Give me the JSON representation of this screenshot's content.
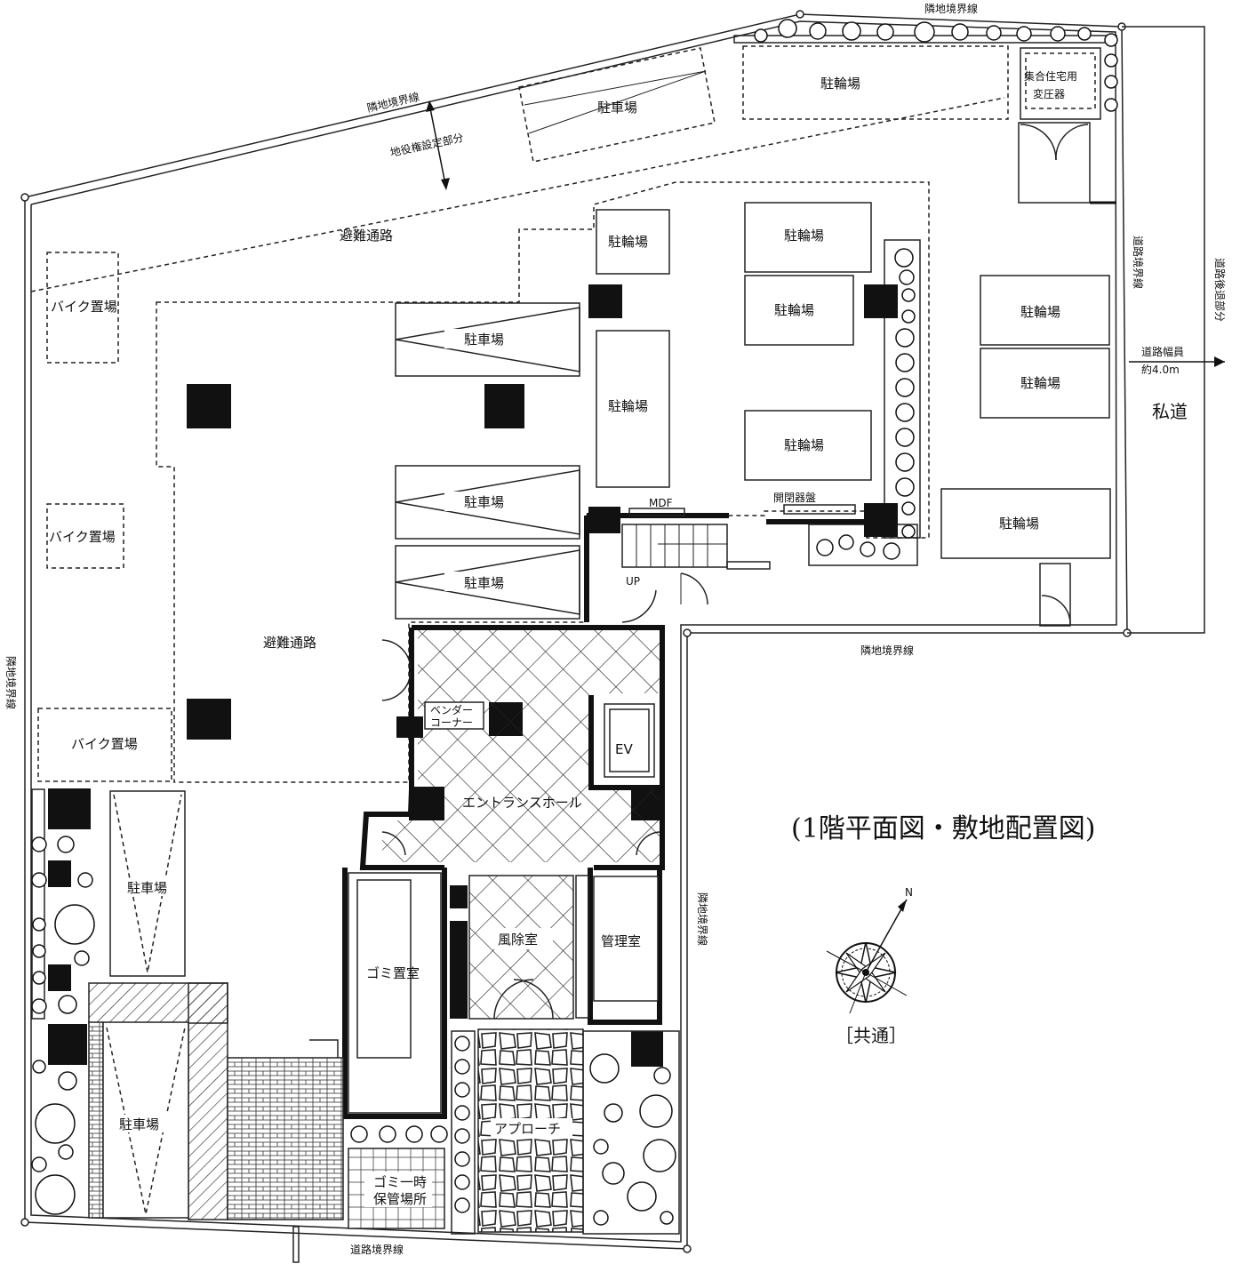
{
  "boundaries": {
    "top_neighbor": "隣地境界線",
    "north_neighbor": "隣地境界線",
    "west_neighbor": "隣地境界線",
    "east_neighbor": "隣地境界線",
    "right_neighbor": "隣地境界線",
    "bottom_road": "道路境界線",
    "road_boundary": "道路境界線"
  },
  "zones": {
    "easement": "地役権設定部分",
    "evac_top": "避難通路",
    "evac_mid": "避難通路",
    "road_setback": "道路後退部分"
  },
  "road": {
    "width_label": "道路幅員",
    "width_value": "約4.0m",
    "name": "私道"
  },
  "parking": {
    "car_top": "駐車場",
    "car_mid1": "駐車場",
    "car_mid2": "駐車場",
    "car_mid3": "駐車場",
    "car_left": "駐車場",
    "car_bottom": "駐車場"
  },
  "bikes": {
    "b1": "駐輪場",
    "b2": "駐輪場",
    "b3": "駐輪場",
    "b4": "駐輪場",
    "b5": "駐輪場",
    "b6": "駐輪場",
    "b7": "駐輪場",
    "b8": "駐輪場",
    "b9": "駐輪場"
  },
  "motorbikes": {
    "m1": "バイク置場",
    "m2": "バイク置場",
    "m3": "バイク置場"
  },
  "rooms": {
    "transformer_1": "集合住宅用",
    "transformer_2": "変圧器",
    "mdf": "MDF",
    "up": "UP",
    "vending_1": "ベンダー",
    "vending_2": "コーナー",
    "ev": "EV",
    "entrance_hall": "エントランスホール",
    "windbreak": "風除室",
    "management": "管理室",
    "garbage": "ゴミ置室",
    "garbage_temp_1": "ゴミ一時",
    "garbage_temp_2": "保管場所",
    "approach": "アプローチ",
    "open_close": "開閉器盤"
  },
  "title": "(1階平面図・敷地配置図)",
  "compass": {
    "north": "N",
    "common": "［共通］"
  },
  "colors": {
    "line": "#111111",
    "background": "#ffffff"
  }
}
